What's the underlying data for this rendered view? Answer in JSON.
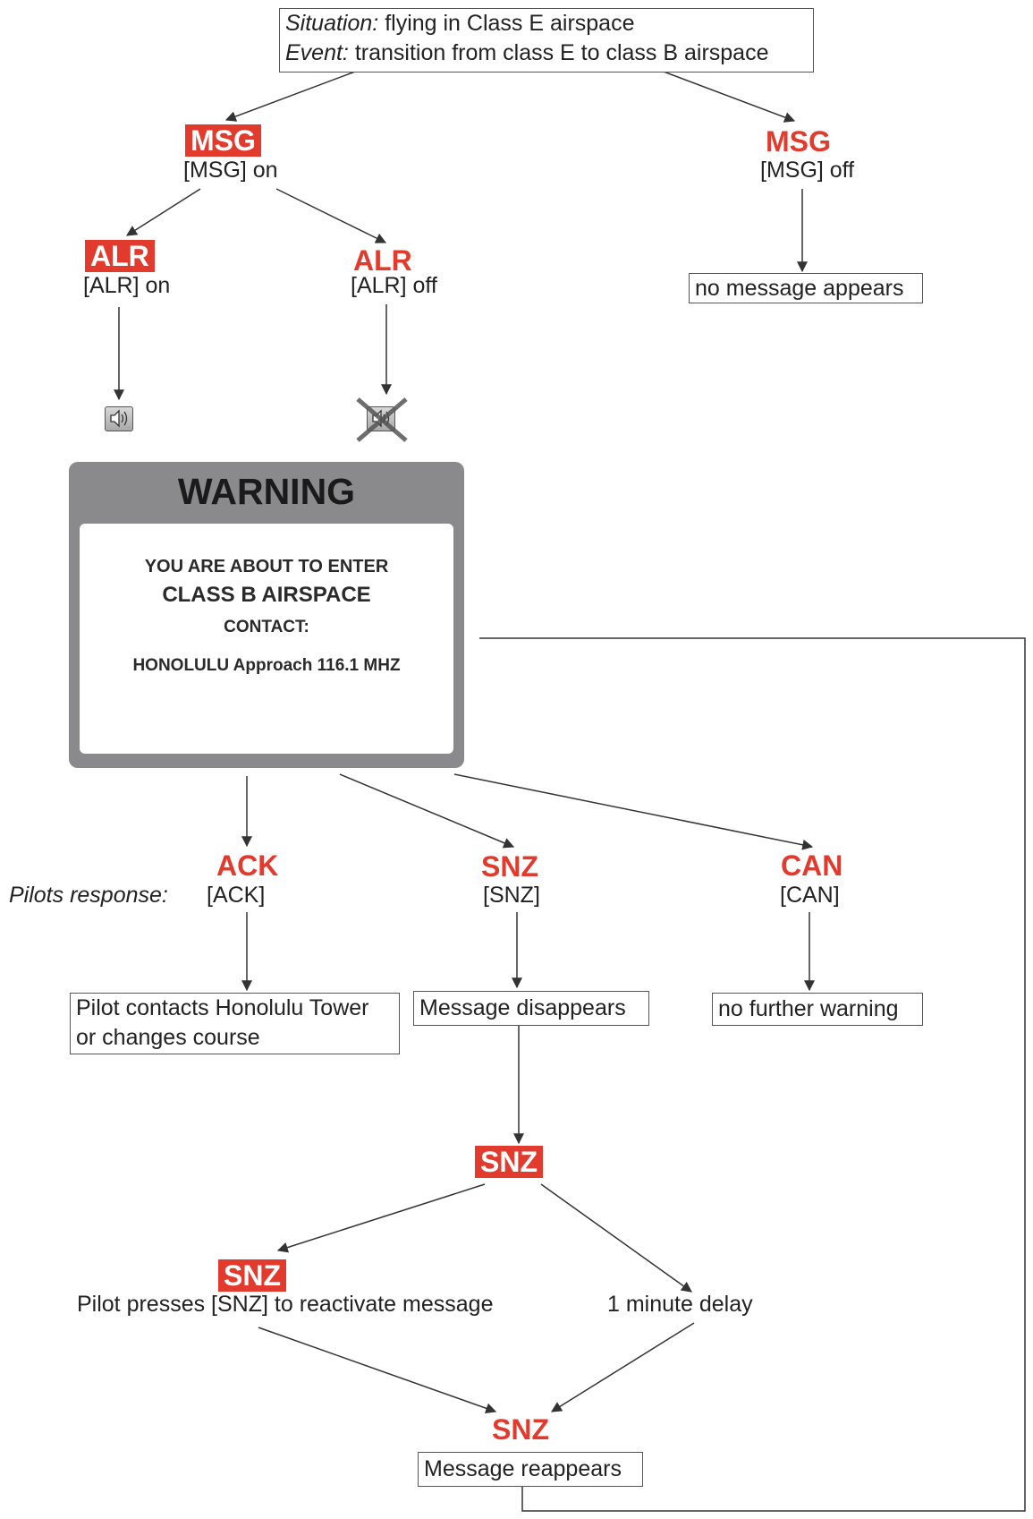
{
  "situation": {
    "label": "Situation:",
    "text": " flying in Class E airspace"
  },
  "event": {
    "label": "Event:",
    "text": " transition from class E to class B airspace"
  },
  "msg_on": {
    "key": "MSG",
    "label": "[MSG] on"
  },
  "msg_off": {
    "key": "MSG",
    "label": "[MSG] off"
  },
  "no_message": "no message appears",
  "alr_on": {
    "key": "ALR",
    "label": "[ALR] on"
  },
  "alr_off": {
    "key": "ALR",
    "label": "[ALR] off"
  },
  "speaker_on": {
    "icon": "speaker-icon"
  },
  "speaker_off": {
    "icon": "speaker-muted-icon"
  },
  "warning": {
    "title": "WARNING",
    "line1": "YOU ARE ABOUT TO ENTER",
    "line2": "CLASS B AIRSPACE",
    "line3": "CONTACT:",
    "line4": "HONOLULU Approach 116.1 MHZ",
    "colors": {
      "frame": "#8a8a8c",
      "panel": "#ffffff"
    }
  },
  "pilots_response": "Pilots response:",
  "ack": {
    "key": "ACK",
    "label": "[ACK]",
    "result_line1": "Pilot contacts Honolulu Tower",
    "result_line2": "or changes course"
  },
  "snz": {
    "key": "SNZ",
    "label": "[SNZ]",
    "result": "Message disappears"
  },
  "can": {
    "key": "CAN",
    "label": "[CAN]",
    "result": "no further warning"
  },
  "snz_second": {
    "key": "SNZ"
  },
  "snz_press": {
    "key": "SNZ",
    "label": "Pilot presses [SNZ] to reactivate message"
  },
  "delay": "1 minute delay",
  "snz_final": {
    "key": "SNZ",
    "result": "Message reappears"
  },
  "colors": {
    "accent_red": "#e23b2e",
    "line": "#333333",
    "box_border": "#555555"
  }
}
